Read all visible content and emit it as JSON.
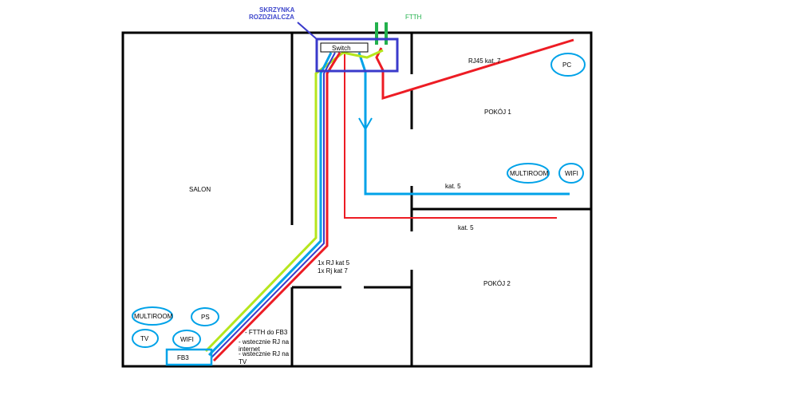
{
  "labels": {
    "skrzynka_line1": "SKRZYNKA",
    "skrzynka_line2": "ROZDZIALCZA",
    "ftth": "FTTH",
    "switch": "Switch",
    "rj45_kat7": "RJ45 kat. 7",
    "pc": "PC",
    "pokoj1": "POKÓJ 1",
    "multiroom_p1": "MULTIROOM",
    "wifi_p1": "WIFI",
    "kat5_blue": "kat. 5",
    "kat5_red": "kat. 5",
    "salon": "SALON",
    "rj_kat5": "1x RJ kat 5",
    "rj_kat7": "1x Rj kat 7",
    "pokoj2": "POKÓJ 2",
    "multiroom_salon": "MULTIROOM",
    "ps": "PS",
    "tv": "TV",
    "wifi_salon": "WIFI",
    "fb3": "FB3",
    "note1": "- FTTH do FB3",
    "note2a": "- wstecznie RJ na",
    "note2b": "internet",
    "note3a": "- wstecznie RJ na",
    "note3b": "TV"
  },
  "colors": {
    "wall": "#000000",
    "blue_box": "#3a3acb",
    "green": "#22b14c",
    "yellow_green": "#b5e61d",
    "cyan": "#00a2e8",
    "red": "#ed1c24",
    "ellipse": "#00a2e8",
    "label_blue": "#3f48cc",
    "label_green": "#22b14c"
  }
}
